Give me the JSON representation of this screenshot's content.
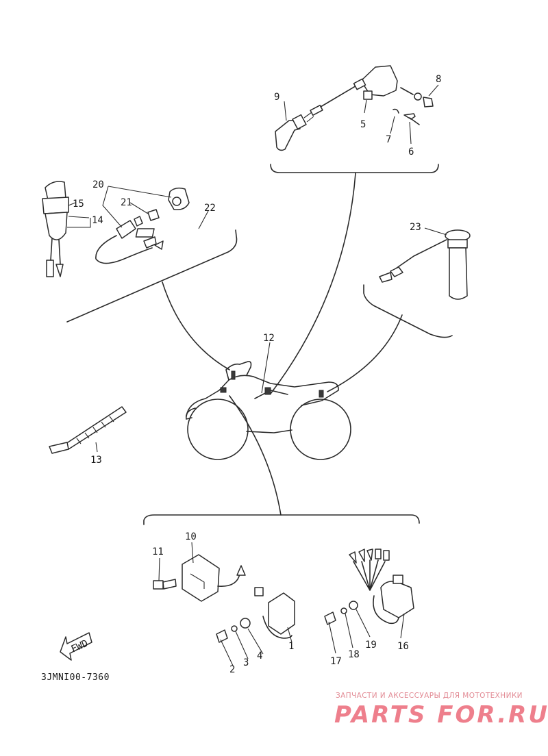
{
  "diagram": {
    "code": "3JMNI00-7360",
    "fwd_label": "FWD",
    "callouts": {
      "n1": "1",
      "n2": "2",
      "n3": "3",
      "n4": "4",
      "n5": "5",
      "n6": "6",
      "n7": "7",
      "n8": "8",
      "n9": "9",
      "n10": "10",
      "n11": "11",
      "n12": "12",
      "n13": "13",
      "n14": "14",
      "n15": "15",
      "n16": "16",
      "n17": "17",
      "n18": "18",
      "n19": "19",
      "n20": "20",
      "n21": "21",
      "n22": "22",
      "n23": "23"
    }
  },
  "watermark": {
    "subtitle": "ЗАПЧАСТИ И АКСЕССУАРЫ ДЛЯ МОТОТЕХНИКИ",
    "logo": "PARTS FOR.RU",
    "color": "#ee7f8c"
  }
}
